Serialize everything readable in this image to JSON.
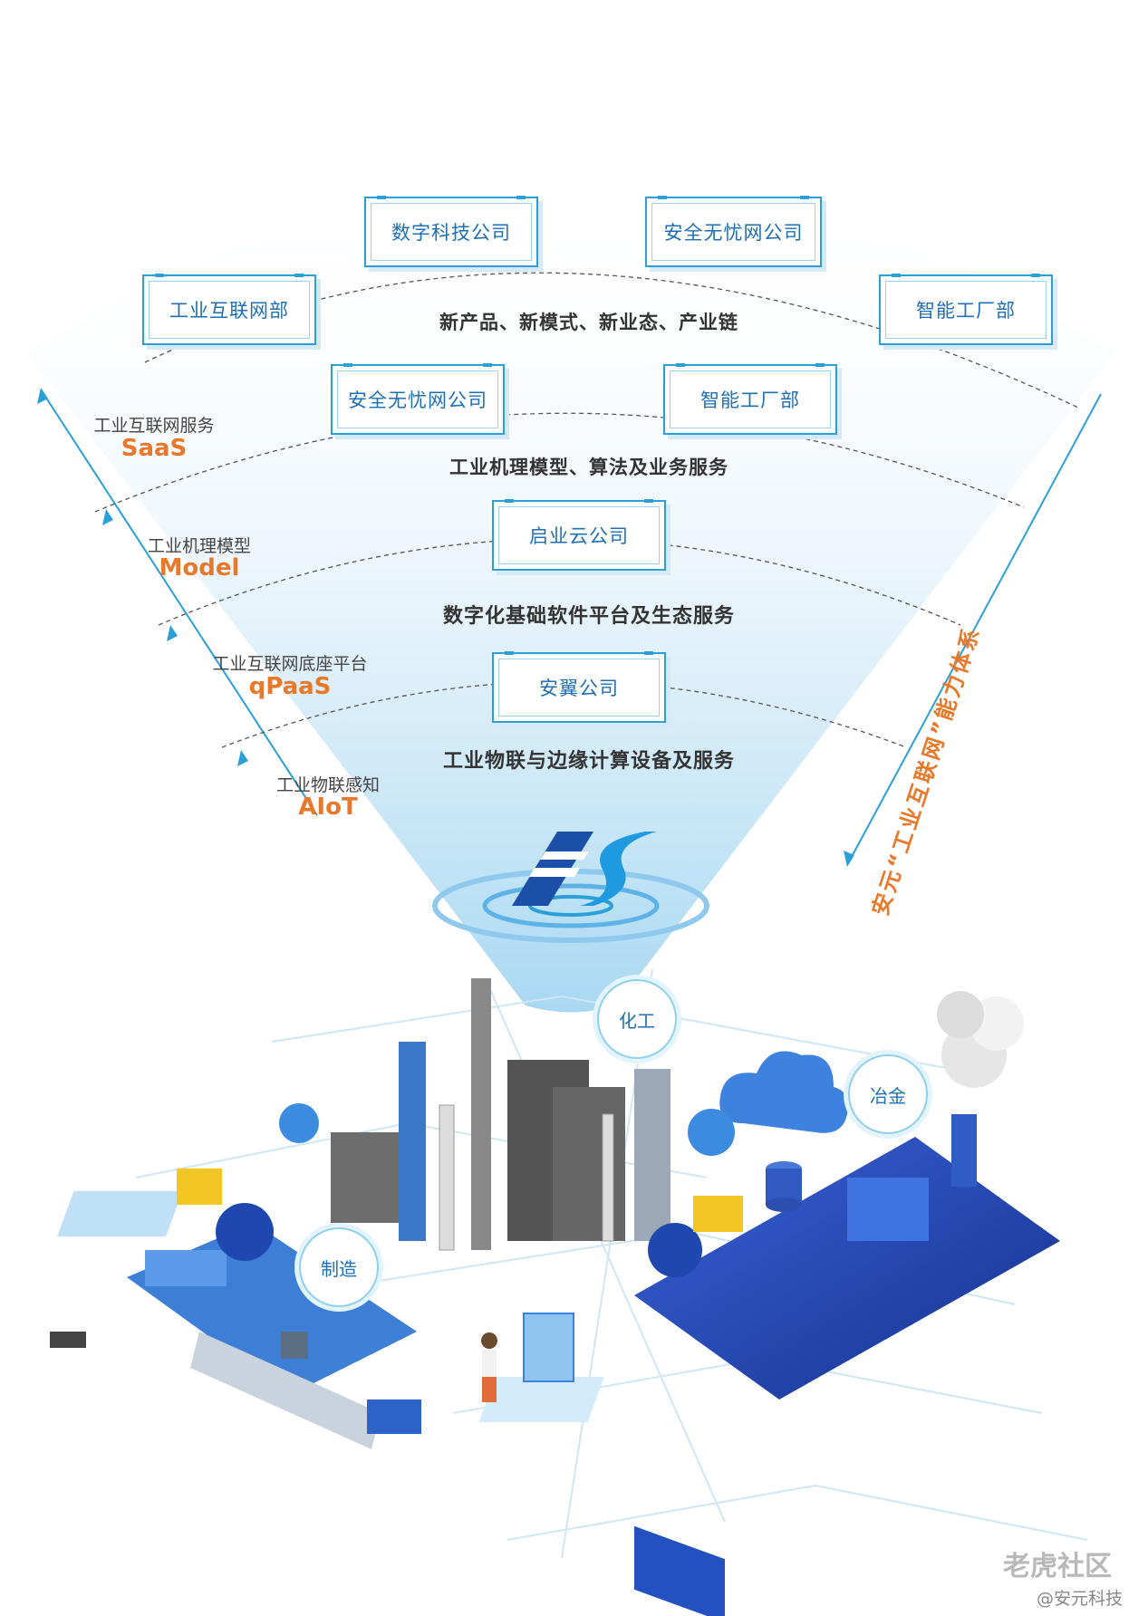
{
  "boxes": {
    "top_left_mid": "数字科技公司",
    "top_right_mid": "安全无忧网公司",
    "top_left": "工业互联网部",
    "top_right": "智能工厂部",
    "l2_left": "安全无忧网公司",
    "l2_right": "智能工厂部",
    "l3": "启业云公司",
    "l4": "安翼公司"
  },
  "layer_titles": {
    "saas": "新产品、新模式、新业态、产业链",
    "model": "工业机理模型、算法及业务服务",
    "paas": "数字化基础软件平台及生态服务",
    "aiot": "工业物联与边缘计算设备及服务"
  },
  "left_labels": [
    {
      "cn": "工业互联网服务",
      "en": "SaaS"
    },
    {
      "cn": "工业机理模型",
      "en": "Model"
    },
    {
      "cn": "工业互联网底座平台",
      "en": "qPaaS"
    },
    {
      "cn": "工业物联感知",
      "en": "AIoT"
    }
  ],
  "right_caption": "安元“工业互联网”能力体系",
  "industries": {
    "chem": "化工",
    "metal": "冶金",
    "manu": "制造"
  },
  "watermark": {
    "main": "老虎社区",
    "sub": "@安元科技"
  },
  "colors": {
    "accent": "#2a9fd8",
    "orange": "#e8792a",
    "navy": "#1f3f9e"
  }
}
